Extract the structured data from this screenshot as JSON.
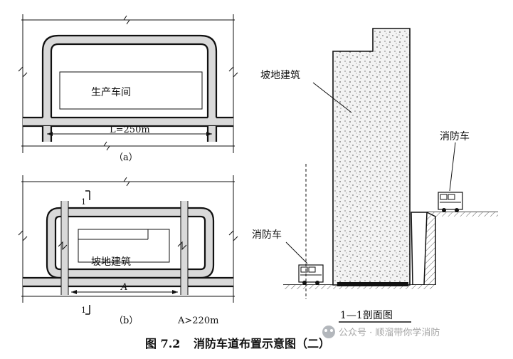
{
  "panel_a": {
    "building_label": "生产车间",
    "dimension_label": "L=250m",
    "caption": "（a）"
  },
  "panel_b": {
    "building_label": "坡地建筑",
    "dimension_label": "A",
    "section_mark_top": "1",
    "section_mark_bottom": "1",
    "caption": "（b）",
    "condition_note": "A>220m"
  },
  "section": {
    "building_label": "坡地建筑",
    "truck_label_upper": "消防车",
    "truck_label_lower": "消防车",
    "section_title": "1—1剖面图"
  },
  "figure": {
    "number": "图 7.2",
    "title": "消防车道布置示意图（二）"
  },
  "watermark": {
    "text": "公众号 · 顺溜带你学消防"
  }
}
